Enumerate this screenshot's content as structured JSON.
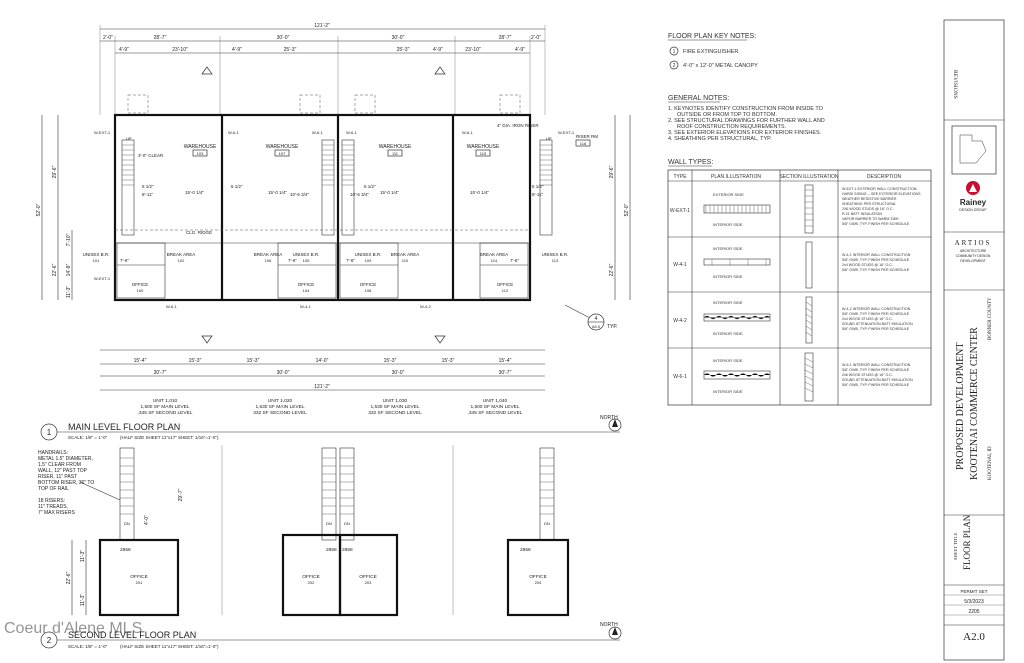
{
  "overall_dims": {
    "total": "121'-2\"",
    "top_segments": [
      "2'-0\"",
      "28'-7\"",
      "30'-0\"",
      "30'-0\"",
      "28'-7\"",
      "2'-0\""
    ],
    "sub_segments": [
      "4'-9\"",
      "23'-10\"",
      "4'-9\"",
      "25'-3\"",
      "25'-3\"",
      "4'-9\"",
      "23'-10\"",
      "4'-9\""
    ],
    "bottom_segments": [
      "30'-7\"",
      "30'-0\"",
      "30'-0\"",
      "30'-7\""
    ],
    "bottom_sub": [
      "15'-4\"",
      "15'-3\"",
      "15'-3\"",
      "14'-0\"",
      "15'-3\"",
      "15'-3\"",
      "15'-4\""
    ],
    "left_total": "52'-0\"",
    "left_parts": [
      "29'-6\"",
      "22'-6\""
    ],
    "right_parts": [
      "29'-6\"",
      "22'-6\""
    ],
    "left_small": [
      "7'-10\"",
      "14'-8\"",
      "11'-3\""
    ]
  },
  "rooms": {
    "warehouse": [
      {
        "name": "WAREHOUSE",
        "num": "103"
      },
      {
        "name": "WAREHOUSE",
        "num": "107"
      },
      {
        "name": "WAREHOUSE",
        "num": "111"
      },
      {
        "name": "WAREHOUSE",
        "num": "115"
      }
    ],
    "break": [
      {
        "name": "BREAK AREA",
        "num": "102"
      },
      {
        "name": "BREAK AREA",
        "num": "106"
      },
      {
        "name": "BREAK AREA",
        "num": "110"
      },
      {
        "name": "BREAK AREA",
        "num": "114"
      }
    ],
    "office": [
      {
        "name": "OFFICE",
        "num": "100"
      },
      {
        "name": "OFFICE",
        "num": "104"
      },
      {
        "name": "OFFICE",
        "num": "108"
      },
      {
        "name": "OFFICE",
        "num": "112"
      }
    ],
    "unisex": [
      {
        "name": "UNISEX B.R.",
        "num": "101"
      },
      {
        "name": "UNISEX B.R.",
        "num": "105"
      },
      {
        "name": "UNISEX B.R.",
        "num": "109"
      },
      {
        "name": "UNISEX B.R.",
        "num": "113"
      }
    ]
  },
  "annotations": {
    "clear": "3'-0\" CLEAR",
    "clg_ridge": "CLG. RIDGE",
    "iron_riser": "4\" DIA. IRON RISER",
    "riser_rm": "RISER RM",
    "riser_num": "116",
    "dim_15_0": "15'-0 1/4\"",
    "dim_5_half": "5 1/2\"",
    "dim_8_11": "8'-11\"",
    "dim_10_6": "10'-6 3/4\"",
    "dim_7_6": "7'-6\"",
    "typ": "TYP.",
    "detail_ref": "4",
    "detail_sheet": "A5.0",
    "wall_tag_ext": "W-EXT-1",
    "wall_tag_61": "W-6-1",
    "wall_tag_41": "W-4-1",
    "wall_tag_42": "W-4-2",
    "door_up": "UP",
    "door_dn": "DN"
  },
  "units": [
    {
      "unit": "UNIT 1,010",
      "main": "1,500 SF MAIN LEVEL",
      "second": ",345 SF SECOND LEVEL"
    },
    {
      "unit": "UNIT 1,020",
      "main": "1,530 SF MAIN LEVEL",
      "second": "332 SF SECOND LEVEL"
    },
    {
      "unit": "UNIT 1,030",
      "main": "1,530 SF MAIN LEVEL",
      "second": "332 SF SECOND LEVEL"
    },
    {
      "unit": "UNIT 1,040",
      "main": "1,500 SF MAIN LEVEL",
      "second": ",345 SF SECOND LEVEL"
    }
  ],
  "plan_titles": [
    {
      "num": "1",
      "title": "MAIN LEVEL FLOOR PLAN",
      "scale": "SCALE: 1/8\" = 1'-0\"",
      "half": "(HALF SIZE SHEET 11\"x17\" SHEET: 1/16\"=1'-0\")"
    },
    {
      "num": "2",
      "title": "SECOND LEVEL FLOOR PLAN",
      "scale": "SCALE: 1/8\" = 1'-0\"",
      "half": "(HALF SIZE SHEET 11\"x17\" SHEET: 1/16\"=1'-0\")"
    }
  ],
  "north": "NORTH",
  "handrail_note": [
    "HANDRAILS:",
    "METAL 1.5\" DIAMETER,",
    "1.5\" CLEAR FROM",
    "WALL, 12\" PAST TOP",
    "RISER, 11\" PAST",
    "BOTTOM RISER, 36\" TO",
    "TOP OF RAIL",
    "",
    "18 RISERS:",
    "11\" TREADS,",
    "7\" MAX RISERS"
  ],
  "second_level": {
    "offices": [
      {
        "name": "OFFICE",
        "num": "201"
      },
      {
        "name": "OFFICE",
        "num": "202"
      },
      {
        "name": "OFFICE",
        "num": "203"
      },
      {
        "name": "OFFICE",
        "num": "204"
      }
    ],
    "door_tag": "2868",
    "dims": [
      "11'-3\"",
      "22'-6\"",
      "11'-3\"",
      "29'-7\"",
      "4'-0\""
    ]
  },
  "key_notes": {
    "title": "FLOOR PLAN KEY NOTES:",
    "items": [
      {
        "n": "1",
        "text": "FIRE EXTINGUISHER"
      },
      {
        "n": "2",
        "text": "4'-0\" x 12'-0\" METAL CANOPY"
      }
    ]
  },
  "general_notes": {
    "title": "GENERAL NOTES:",
    "items": [
      "1. KEYNOTES IDENTIFY CONSTRUCTION FROM INSIDE TO",
      "OUTSIDE OR FROM TOP TO BOTTOM.",
      "2. SEE STRUCTURAL DRAWINGS FOR FURTHER WALL AND",
      "ROOF CONSTRUCTION REQUIREMENTS.",
      "3. SEE EXTERIOR ELEVATIONS FOR EXTERIOR FINISHES.",
      "4. SHEATHING PER STRUCTURAL, TYP."
    ]
  },
  "wall_types": {
    "title": "WALL TYPES:",
    "headers": [
      "TYPE",
      "PLAN ILLUSTRATION",
      "SECTION ILLUSTRATION",
      "DESCRIPTION"
    ],
    "rows": [
      {
        "type": "W-EXT-1",
        "side_a": "EXTERIOR SIDE",
        "side_b": "INTERIOR SIDE",
        "desc": [
          "W-EXT-1 EXTERIOR WALL CONSTRUCTION:",
          "HARDI SIDING -- SEE EXTERIOR ELEVATIONS",
          "WEATHER RESISTIVE BARRIER",
          "SHEATHING PER STRUCTURAL",
          "2X6 WOOD STUDS @ 16\" O.C.",
          "R-21 BATT INSULATION",
          "VAPOR BARRIER TO WARM SIDE",
          "5/8\" GWB ,TYP. FINISH PER SCHEDULE"
        ]
      },
      {
        "type": "W-4-1",
        "side_a": "INTERIOR SIDE",
        "side_b": "INTERIOR SIDE",
        "desc": [
          "W-4-1 INTERIOR WALL CONSTRUCTION",
          "5/8\" GWB ,TYP. FINISH PER SCHEDULE",
          "2x4 WOOD STUDS @ 16\" O.C.",
          "5/8\" GWB ,TYP. FINISH PER SCHEDULE"
        ]
      },
      {
        "type": "W-4-2",
        "side_a": "INTERIOR SIDE",
        "side_b": "INTERIOR SIDE",
        "desc": [
          "W-4-2 INTERIOR WALL CONSTRUCTION",
          "5/8\" GWB ,TYP. FINISH PER SCHEDULE",
          "2x4 WOOD STUDS @ 16\" O.C.",
          "SOUND ATTENUATION BATT INSULATION",
          "5/8\" GWB ,TYP. FINISH PER SCHEDULE"
        ]
      },
      {
        "type": "W-6-1",
        "side_a": "INTERIOR SIDE",
        "side_b": "INTERIOR SIDE",
        "desc": [
          "W-6-1 INTERIOR WALL CONSTRUCTION",
          "5/8\" GWB ,TYP. FINISH PER SCHEDULE",
          "2x6 WOOD STUDS @ 16\" O.C.",
          "SOUND ATTENUATION BATT INSULATION",
          "5/8\" GWB ,TYP. FINISH PER SCHEDULE"
        ]
      }
    ]
  },
  "title_block": {
    "revisions": "REVISIONS",
    "firm": "Rainey",
    "firm_sub": "DESIGN GROUP",
    "firm2": "ARTIOS",
    "firm2_sub": [
      "ARCHITECTURE",
      "COMMUNITY DESIGN",
      "DEVELOPMENT"
    ],
    "project_line1": "PROPOSED DEVELOPMENT",
    "project_line2": "KOOTENAI COMMERCE CENTER",
    "county": "BONNER COUNTY",
    "city": "KOOTENAI, ID",
    "sheet_title_label": "SHEET TITLE",
    "sheet_title": "FLOOR PLAN",
    "set_label": "PERMIT SET",
    "date": "5/3/2023",
    "project_no": "2205",
    "sheet_no": "A2.0"
  },
  "watermark": "Coeur d'Alene MLS",
  "colors": {
    "ink": "#222222",
    "hatch": "#444444",
    "paper": "#ffffff"
  }
}
